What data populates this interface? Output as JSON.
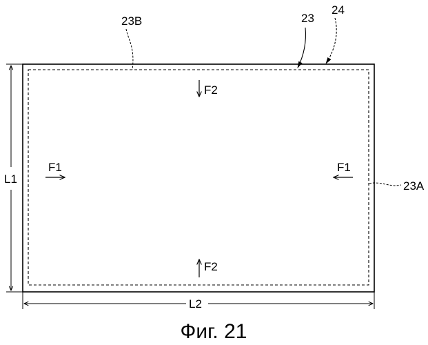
{
  "figure": {
    "caption": "Фиг. 21",
    "ref_labels": {
      "outer_panel": "24",
      "outer_edge": "23",
      "dashed_line_top": "23B",
      "dashed_line_right": "23A"
    },
    "forces": {
      "top": "F2",
      "bottom": "F2",
      "left": "F1",
      "right": "F1"
    },
    "dimensions": {
      "height": "L1",
      "width": "L2"
    }
  }
}
